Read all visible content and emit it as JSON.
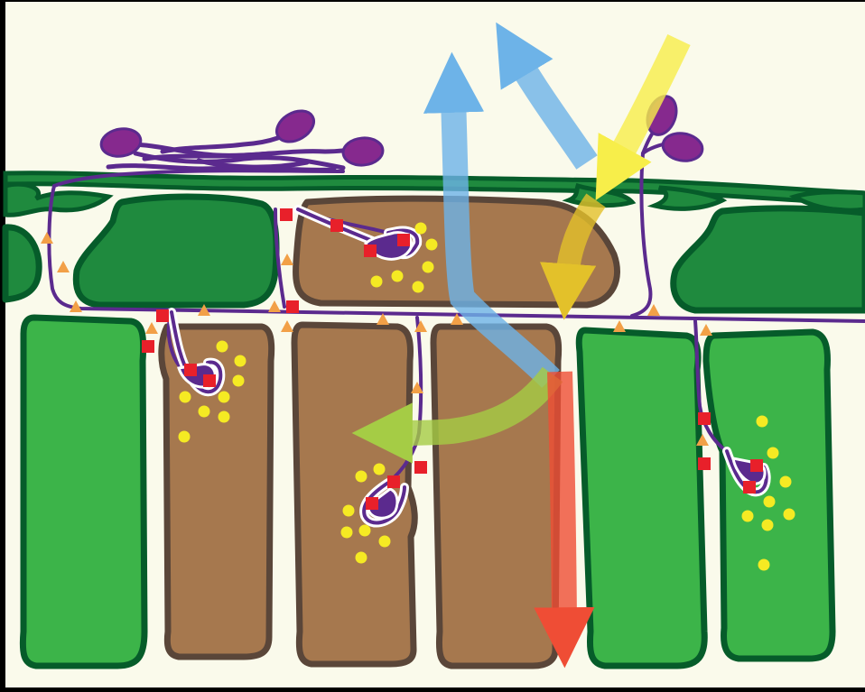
{
  "colors": {
    "frame": "#000000",
    "background": "#fafaeb",
    "leaf_dark_green": "#0c6b35",
    "leaf_mid_green": "#1f8a3e",
    "leaf_light_green": "#3cb449",
    "leaf_outline": "#065c2a",
    "brown_fill": "#a6784e",
    "brown_outline": "#5a4639",
    "fungus_purple": "#5b2a8e",
    "spore_purple": "#86298e",
    "spore_outline": "#5b2a8e",
    "yellow_dot": "#f5ea23",
    "red_square": "#e8202a",
    "orange_triangle": "#f2a047",
    "arrow_blue": "#6db3e8",
    "arrow_yellow": "#f7ee4a",
    "arrow_gold": "#e3c12a",
    "arrow_green": "#a5cc45",
    "arrow_red": "#ef4d35"
  },
  "legend_text": [],
  "arrows": [
    {
      "name": "arrow-blue-vertical-up",
      "color": "arrow_blue"
    },
    {
      "name": "arrow-blue-diagonal-up",
      "color": "arrow_blue"
    },
    {
      "name": "arrow-yellow-incoming",
      "color": "arrow_yellow"
    },
    {
      "name": "arrow-gold-down",
      "color": "arrow_gold"
    },
    {
      "name": "arrow-green-left",
      "color": "arrow_green"
    },
    {
      "name": "arrow-red-down",
      "color": "arrow_red"
    }
  ]
}
